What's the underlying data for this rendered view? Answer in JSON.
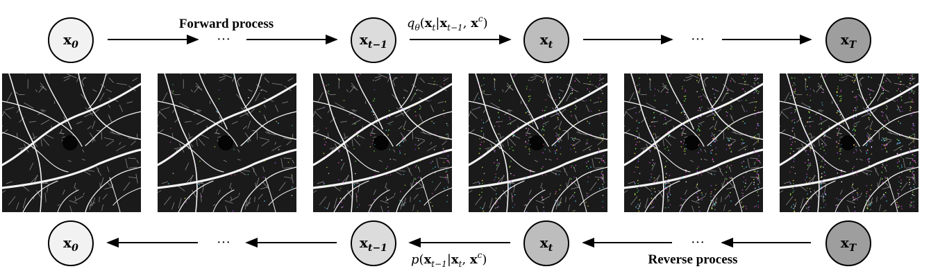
{
  "forward": {
    "title": "Forward process",
    "nodes": [
      {
        "base": "x",
        "sub": "0",
        "fill": "#f2f2f2"
      },
      {
        "base": "x",
        "sub": "t−1",
        "fill": "#dcdcdc"
      },
      {
        "base": "x",
        "sub": "t",
        "fill": "#bdbdbd"
      },
      {
        "base": "x",
        "sub": "T",
        "fill": "#9e9e9e"
      }
    ],
    "ellipsis_1": "···",
    "ellipsis_2": "···",
    "formula": {
      "fn": "q",
      "fn_sub": "θ",
      "open": "(",
      "a": "x",
      "a_sub": "t",
      "bar": "|",
      "b": "x",
      "b_sub": "t−1",
      "comma": ", ",
      "c": "x",
      "c_sup": "c",
      "close": ")"
    }
  },
  "reverse": {
    "title": "Reverse process",
    "nodes": [
      {
        "base": "x",
        "sub": "0",
        "fill": "#f2f2f2"
      },
      {
        "base": "x",
        "sub": "t−1",
        "fill": "#dcdcdc"
      },
      {
        "base": "x",
        "sub": "t",
        "fill": "#bdbdbd"
      },
      {
        "base": "x",
        "sub": "T",
        "fill": "#9e9e9e"
      }
    ],
    "ellipsis_1": "···",
    "ellipsis_2": "···",
    "formula": {
      "fn": "p",
      "open": "(",
      "a": "x",
      "a_sub": "t−1",
      "bar": "|",
      "b": "x",
      "b_sub": "t",
      "comma": ", ",
      "c": "x",
      "c_sup": "c",
      "close": ")"
    }
  },
  "images": {
    "noise_levels": [
      0.0,
      0.05,
      0.2,
      0.35,
      0.5,
      0.65
    ]
  },
  "colors": {
    "stroke": "#000000",
    "image_bg": "#1a1a1a",
    "vessel": "#f4f4f4"
  }
}
